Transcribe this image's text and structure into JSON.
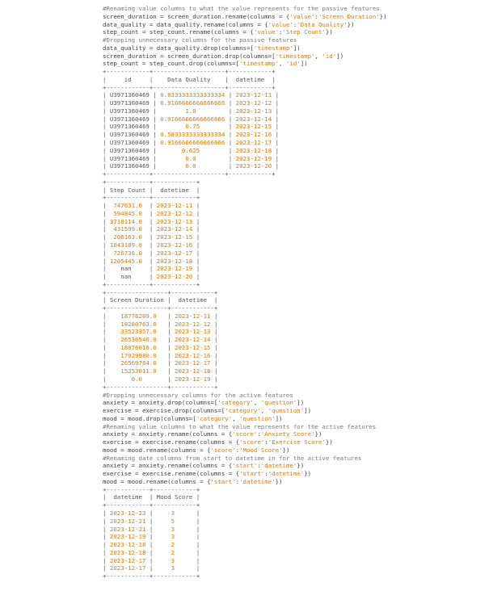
{
  "colors": {
    "text": "#3d3d3d",
    "comment": "#7a7a7a",
    "string": "#e07800",
    "border": "#555555"
  },
  "lines": [
    [
      {
        "t": "#Renaming value columns to what the value represents for the passive features",
        "k": "c"
      }
    ],
    [
      {
        "t": "screen_duration = screen_duration.rename(columns = {"
      },
      {
        "t": "'value'",
        "k": "s"
      },
      {
        "t": ":"
      },
      {
        "t": "'Screen Duration'",
        "k": "s"
      },
      {
        "t": "})"
      }
    ],
    [
      {
        "t": "data_quality = data_quality.rename(columns = {"
      },
      {
        "t": "'value'",
        "k": "s"
      },
      {
        "t": ":"
      },
      {
        "t": "'Data Quality'",
        "k": "s"
      },
      {
        "t": "})"
      }
    ],
    [
      {
        "t": "step_count = step_count.rename(columns = {"
      },
      {
        "t": "'value'",
        "k": "s"
      },
      {
        "t": ":"
      },
      {
        "t": "'Step Count'",
        "k": "s"
      },
      {
        "t": "})"
      }
    ],
    [
      {
        "t": "#Dropping unnecessary columns for the passive features",
        "k": "c"
      }
    ],
    [
      {
        "t": "data_quality = data_quality.drop(columns=["
      },
      {
        "t": "'timestamp'",
        "k": "s"
      },
      {
        "t": "])"
      }
    ],
    [
      {
        "t": "screen_duration = screen_duration.drop(columns=["
      },
      {
        "t": "'timestamp'",
        "k": "s"
      },
      {
        "t": ", "
      },
      {
        "t": "'id'",
        "k": "s"
      },
      {
        "t": "])"
      }
    ],
    [
      {
        "t": "step_count = step_count.drop(columns=["
      },
      {
        "t": "'timestamp'",
        "k": "s"
      },
      {
        "t": ", "
      },
      {
        "t": "'id'",
        "k": "s"
      },
      {
        "t": "])"
      }
    ],
    [
      {
        "t": "+------------+--------------------+------------+",
        "k": "b"
      }
    ],
    [
      {
        "t": "|     id     |    Data Quality    |  datetime  |",
        "k": "b"
      }
    ],
    [
      {
        "t": "+------------+--------------------+------------+",
        "k": "b"
      }
    ],
    [
      {
        "t": "| U3971360469 | ",
        "k": "b"
      },
      {
        "t": "0.8333333333333334",
        "k": "v"
      },
      {
        "t": " | ",
        "k": "b"
      },
      {
        "t": "2023-12-11",
        "k": "v"
      },
      {
        "t": " |",
        "k": "b"
      }
    ],
    [
      {
        "t": "| U3971360469 | ",
        "k": "b"
      },
      {
        "t": "0.9166666666666666",
        "k": "v"
      },
      {
        "t": " | ",
        "k": "b"
      },
      {
        "t": "2023-12-12",
        "k": "v"
      },
      {
        "t": " |",
        "k": "b"
      }
    ],
    [
      {
        "t": "| U3971360469 | ",
        "k": "b"
      },
      {
        "t": "       1.0        ",
        "k": "v"
      },
      {
        "t": " | ",
        "k": "b"
      },
      {
        "t": "2023-12-13",
        "k": "v"
      },
      {
        "t": " |",
        "k": "b"
      }
    ],
    [
      {
        "t": "| U3971360469 | ",
        "k": "b"
      },
      {
        "t": "0.9166666666666666",
        "k": "v"
      },
      {
        "t": " | ",
        "k": "b"
      },
      {
        "t": "2023-12-14",
        "k": "v"
      },
      {
        "t": " |",
        "k": "b"
      }
    ],
    [
      {
        "t": "| U3971360469 | ",
        "k": "b"
      },
      {
        "t": "       0.75       ",
        "k": "v"
      },
      {
        "t": " | ",
        "k": "b"
      },
      {
        "t": "2023-12-15",
        "k": "v"
      },
      {
        "t": " |",
        "k": "b"
      }
    ],
    [
      {
        "t": "| U3971360469 | ",
        "k": "b"
      },
      {
        "t": "0.5833333333333334",
        "k": "v"
      },
      {
        "t": " | ",
        "k": "b"
      },
      {
        "t": "2023-12-16",
        "k": "v"
      },
      {
        "t": " |",
        "k": "b"
      }
    ],
    [
      {
        "t": "| U3971360469 | ",
        "k": "b"
      },
      {
        "t": "0.9166666666666666",
        "k": "v"
      },
      {
        "t": " | ",
        "k": "b"
      },
      {
        "t": "2023-12-17",
        "k": "v"
      },
      {
        "t": " |",
        "k": "b"
      }
    ],
    [
      {
        "t": "| U3971360469 | ",
        "k": "b"
      },
      {
        "t": "      0.625       ",
        "k": "v"
      },
      {
        "t": " | ",
        "k": "b"
      },
      {
        "t": "2023-12-18",
        "k": "v"
      },
      {
        "t": " |",
        "k": "b"
      }
    ],
    [
      {
        "t": "| U3971360469 | ",
        "k": "b"
      },
      {
        "t": "       0.0        ",
        "k": "v"
      },
      {
        "t": " | ",
        "k": "b"
      },
      {
        "t": "2023-12-19",
        "k": "v"
      },
      {
        "t": " |",
        "k": "b"
      }
    ],
    [
      {
        "t": "| U3971360469 | ",
        "k": "b"
      },
      {
        "t": "       0.0        ",
        "k": "v"
      },
      {
        "t": " | ",
        "k": "b"
      },
      {
        "t": "2023-12-20",
        "k": "v"
      },
      {
        "t": " |",
        "k": "b"
      }
    ],
    [
      {
        "t": "+------------+--------------------+------------+",
        "k": "b"
      }
    ],
    [
      {
        "t": "+------------+------------+",
        "k": "b"
      }
    ],
    [
      {
        "t": "| Step Count |  datetime  |",
        "k": "b"
      }
    ],
    [
      {
        "t": "+------------+------------+",
        "k": "b"
      }
    ],
    [
      {
        "t": "|  ",
        "k": "b"
      },
      {
        "t": "747631.0",
        "k": "v"
      },
      {
        "t": "  | ",
        "k": "b"
      },
      {
        "t": "2023-12-11",
        "k": "v"
      },
      {
        "t": " |",
        "k": "b"
      }
    ],
    [
      {
        "t": "|  ",
        "k": "b"
      },
      {
        "t": "594845.0",
        "k": "v"
      },
      {
        "t": "  | ",
        "k": "b"
      },
      {
        "t": "2023-12-12",
        "k": "v"
      },
      {
        "t": " |",
        "k": "b"
      }
    ],
    [
      {
        "t": "| ",
        "k": "b"
      },
      {
        "t": "3718114.0",
        "k": "v"
      },
      {
        "t": "  | ",
        "k": "b"
      },
      {
        "t": "2023-12-13",
        "k": "v"
      },
      {
        "t": " |",
        "k": "b"
      }
    ],
    [
      {
        "t": "|  ",
        "k": "b"
      },
      {
        "t": "431599.0",
        "k": "v"
      },
      {
        "t": "  | ",
        "k": "b"
      },
      {
        "t": "2023-12-14",
        "k": "v"
      },
      {
        "t": " |",
        "k": "b"
      }
    ],
    [
      {
        "t": "|  ",
        "k": "b"
      },
      {
        "t": "206163.0",
        "k": "v"
      },
      {
        "t": "  | ",
        "k": "b"
      },
      {
        "t": "2023-12-15",
        "k": "v"
      },
      {
        "t": " |",
        "k": "b"
      }
    ],
    [
      {
        "t": "| ",
        "k": "b"
      },
      {
        "t": "1043189.0",
        "k": "v"
      },
      {
        "t": "  | ",
        "k": "b"
      },
      {
        "t": "2023-12-16",
        "k": "v"
      },
      {
        "t": " |",
        "k": "b"
      }
    ],
    [
      {
        "t": "|  ",
        "k": "b"
      },
      {
        "t": "726736.0",
        "k": "v"
      },
      {
        "t": "  | ",
        "k": "b"
      },
      {
        "t": "2023-12-17",
        "k": "v"
      },
      {
        "t": " |",
        "k": "b"
      }
    ],
    [
      {
        "t": "| ",
        "k": "b"
      },
      {
        "t": "1205445.0",
        "k": "v"
      },
      {
        "t": "  | ",
        "k": "b"
      },
      {
        "t": "2023-12-18",
        "k": "v"
      },
      {
        "t": " |",
        "k": "b"
      }
    ],
    [
      {
        "t": "|    nan     | ",
        "k": "b"
      },
      {
        "t": "2023-12-19",
        "k": "v"
      },
      {
        "t": " |",
        "k": "b"
      }
    ],
    [
      {
        "t": "|    nan     | ",
        "k": "b"
      },
      {
        "t": "2023-12-20",
        "k": "v"
      },
      {
        "t": " |",
        "k": "b"
      }
    ],
    [
      {
        "t": "+------------+------------+",
        "k": "b"
      }
    ],
    [
      {
        "t": "+-----------------+------------+",
        "k": "b"
      }
    ],
    [
      {
        "t": "| Screen Duration |  datetime  |",
        "k": "b"
      }
    ],
    [
      {
        "t": "+-----------------+------------+",
        "k": "b"
      }
    ],
    [
      {
        "t": "|    ",
        "k": "b"
      },
      {
        "t": "18776209.0",
        "k": "v"
      },
      {
        "t": "   | ",
        "k": "b"
      },
      {
        "t": "2023-12-11",
        "k": "v"
      },
      {
        "t": " |",
        "k": "b"
      }
    ],
    [
      {
        "t": "|    ",
        "k": "b"
      },
      {
        "t": "18280763.0",
        "k": "v"
      },
      {
        "t": "   | ",
        "k": "b"
      },
      {
        "t": "2023-12-12",
        "k": "v"
      },
      {
        "t": " |",
        "k": "b"
      }
    ],
    [
      {
        "t": "|    ",
        "k": "b"
      },
      {
        "t": "33523357.0",
        "k": "v"
      },
      {
        "t": "   | ",
        "k": "b"
      },
      {
        "t": "2023-12-13",
        "k": "v"
      },
      {
        "t": " |",
        "k": "b"
      }
    ],
    [
      {
        "t": "|    ",
        "k": "b"
      },
      {
        "t": "26536546.0",
        "k": "v"
      },
      {
        "t": "   | ",
        "k": "b"
      },
      {
        "t": "2023-12-14",
        "k": "v"
      },
      {
        "t": " |",
        "k": "b"
      }
    ],
    [
      {
        "t": "|    ",
        "k": "b"
      },
      {
        "t": "18876016.0",
        "k": "v"
      },
      {
        "t": "   | ",
        "k": "b"
      },
      {
        "t": "2023-12-15",
        "k": "v"
      },
      {
        "t": " |",
        "k": "b"
      }
    ],
    [
      {
        "t": "|    ",
        "k": "b"
      },
      {
        "t": "17029980.0",
        "k": "v"
      },
      {
        "t": "   | ",
        "k": "b"
      },
      {
        "t": "2023-12-16",
        "k": "v"
      },
      {
        "t": " |",
        "k": "b"
      }
    ],
    [
      {
        "t": "|    ",
        "k": "b"
      },
      {
        "t": "26569784.0",
        "k": "v"
      },
      {
        "t": "   | ",
        "k": "b"
      },
      {
        "t": "2023-12-17",
        "k": "v"
      },
      {
        "t": " |",
        "k": "b"
      }
    ],
    [
      {
        "t": "|    ",
        "k": "b"
      },
      {
        "t": "15253011.0",
        "k": "v"
      },
      {
        "t": "   | ",
        "k": "b"
      },
      {
        "t": "2023-12-18",
        "k": "v"
      },
      {
        "t": " |",
        "k": "b"
      }
    ],
    [
      {
        "t": "|       ",
        "k": "b"
      },
      {
        "t": "0.0",
        "k": "v"
      },
      {
        "t": "       | ",
        "k": "b"
      },
      {
        "t": "2023-12-19",
        "k": "v"
      },
      {
        "t": " |",
        "k": "b"
      }
    ],
    [
      {
        "t": "+-----------------+------------+",
        "k": "b"
      }
    ],
    [
      {
        "t": "#Dropping unnecessary columns for the active features",
        "k": "c"
      }
    ],
    [
      {
        "t": "anxiety = anxiety.drop(columns=["
      },
      {
        "t": "'category'",
        "k": "s"
      },
      {
        "t": ", "
      },
      {
        "t": "'question'",
        "k": "s"
      },
      {
        "t": "])"
      }
    ],
    [
      {
        "t": "exercise = exercise.drop(columns=["
      },
      {
        "t": "'category'",
        "k": "s"
      },
      {
        "t": ", "
      },
      {
        "t": "'question'",
        "k": "s"
      },
      {
        "t": "])"
      }
    ],
    [
      {
        "t": "mood = mood.drop(columns=["
      },
      {
        "t": "'category'",
        "k": "s"
      },
      {
        "t": ", "
      },
      {
        "t": "'question'",
        "k": "s"
      },
      {
        "t": "])"
      }
    ],
    [
      {
        "t": "#Renaming value columns to what the value represents for the active features",
        "k": "c"
      }
    ],
    [
      {
        "t": "anxiety = anxiety.rename(columns = {"
      },
      {
        "t": "'score'",
        "k": "s"
      },
      {
        "t": ":"
      },
      {
        "t": "'Anxiety Score'",
        "k": "s"
      },
      {
        "t": "})"
      }
    ],
    [
      {
        "t": "exercise = exercise.rename(columns = {"
      },
      {
        "t": "'score'",
        "k": "s"
      },
      {
        "t": ":"
      },
      {
        "t": "'Exercise Score'",
        "k": "s"
      },
      {
        "t": "})"
      }
    ],
    [
      {
        "t": "mood = mood.rename(columns = {"
      },
      {
        "t": "'score'",
        "k": "s"
      },
      {
        "t": ":"
      },
      {
        "t": "'Mood Score'",
        "k": "s"
      },
      {
        "t": "})"
      }
    ],
    [
      {
        "t": "#Renaming date columns from start to datetime in for the active features",
        "k": "c"
      }
    ],
    [
      {
        "t": "anxiety = anxiety.rename(columns = {"
      },
      {
        "t": "'start'",
        "k": "s"
      },
      {
        "t": ":"
      },
      {
        "t": "'datetime'",
        "k": "s"
      },
      {
        "t": "})"
      }
    ],
    [
      {
        "t": "exercise = exercise.rename(columns = {"
      },
      {
        "t": "'start'",
        "k": "s"
      },
      {
        "t": ":"
      },
      {
        "t": "'datetime'",
        "k": "s"
      },
      {
        "t": "})"
      }
    ],
    [
      {
        "t": "mood = mood.rename(columns = {"
      },
      {
        "t": "'start'",
        "k": "s"
      },
      {
        "t": ":"
      },
      {
        "t": "'datetime'",
        "k": "s"
      },
      {
        "t": "})"
      }
    ],
    [
      {
        "t": "+------------+------------+",
        "k": "b"
      }
    ],
    [
      {
        "t": "|  datetime  | Mood Score |",
        "k": "b"
      }
    ],
    [
      {
        "t": "+------------+------------+",
        "k": "b"
      }
    ],
    [
      {
        "t": "| ",
        "k": "b"
      },
      {
        "t": "2023-12-23",
        "k": "v"
      },
      {
        "t": " |     ",
        "k": "b"
      },
      {
        "t": "3",
        "k": "v"
      },
      {
        "t": "      |",
        "k": "b"
      }
    ],
    [
      {
        "t": "| ",
        "k": "b"
      },
      {
        "t": "2023-12-21",
        "k": "v"
      },
      {
        "t": " |     ",
        "k": "b"
      },
      {
        "t": "5",
        "k": "v"
      },
      {
        "t": "      |",
        "k": "b"
      }
    ],
    [
      {
        "t": "| ",
        "k": "b"
      },
      {
        "t": "2023-12-21",
        "k": "v"
      },
      {
        "t": " |     ",
        "k": "b"
      },
      {
        "t": "3",
        "k": "v"
      },
      {
        "t": "      |",
        "k": "b"
      }
    ],
    [
      {
        "t": "| ",
        "k": "b"
      },
      {
        "t": "2023-12-19",
        "k": "v"
      },
      {
        "t": " |     ",
        "k": "b"
      },
      {
        "t": "3",
        "k": "v"
      },
      {
        "t": "      |",
        "k": "b"
      }
    ],
    [
      {
        "t": "| ",
        "k": "b"
      },
      {
        "t": "2023-12-18",
        "k": "v"
      },
      {
        "t": " |     ",
        "k": "b"
      },
      {
        "t": "2",
        "k": "v"
      },
      {
        "t": "      |",
        "k": "b"
      }
    ],
    [
      {
        "t": "| ",
        "k": "b"
      },
      {
        "t": "2023-12-18",
        "k": "v"
      },
      {
        "t": " |     ",
        "k": "b"
      },
      {
        "t": "2",
        "k": "v"
      },
      {
        "t": "      |",
        "k": "b"
      }
    ],
    [
      {
        "t": "| ",
        "k": "b"
      },
      {
        "t": "2023-12-17",
        "k": "v"
      },
      {
        "t": " |     ",
        "k": "b"
      },
      {
        "t": "3",
        "k": "v"
      },
      {
        "t": "      |",
        "k": "b"
      }
    ],
    [
      {
        "t": "| ",
        "k": "b"
      },
      {
        "t": "2023-12-17",
        "k": "v"
      },
      {
        "t": " |     ",
        "k": "b"
      },
      {
        "t": "3",
        "k": "v"
      },
      {
        "t": "      |",
        "k": "b"
      }
    ],
    [
      {
        "t": "+------------+------------+",
        "k": "b"
      }
    ]
  ]
}
